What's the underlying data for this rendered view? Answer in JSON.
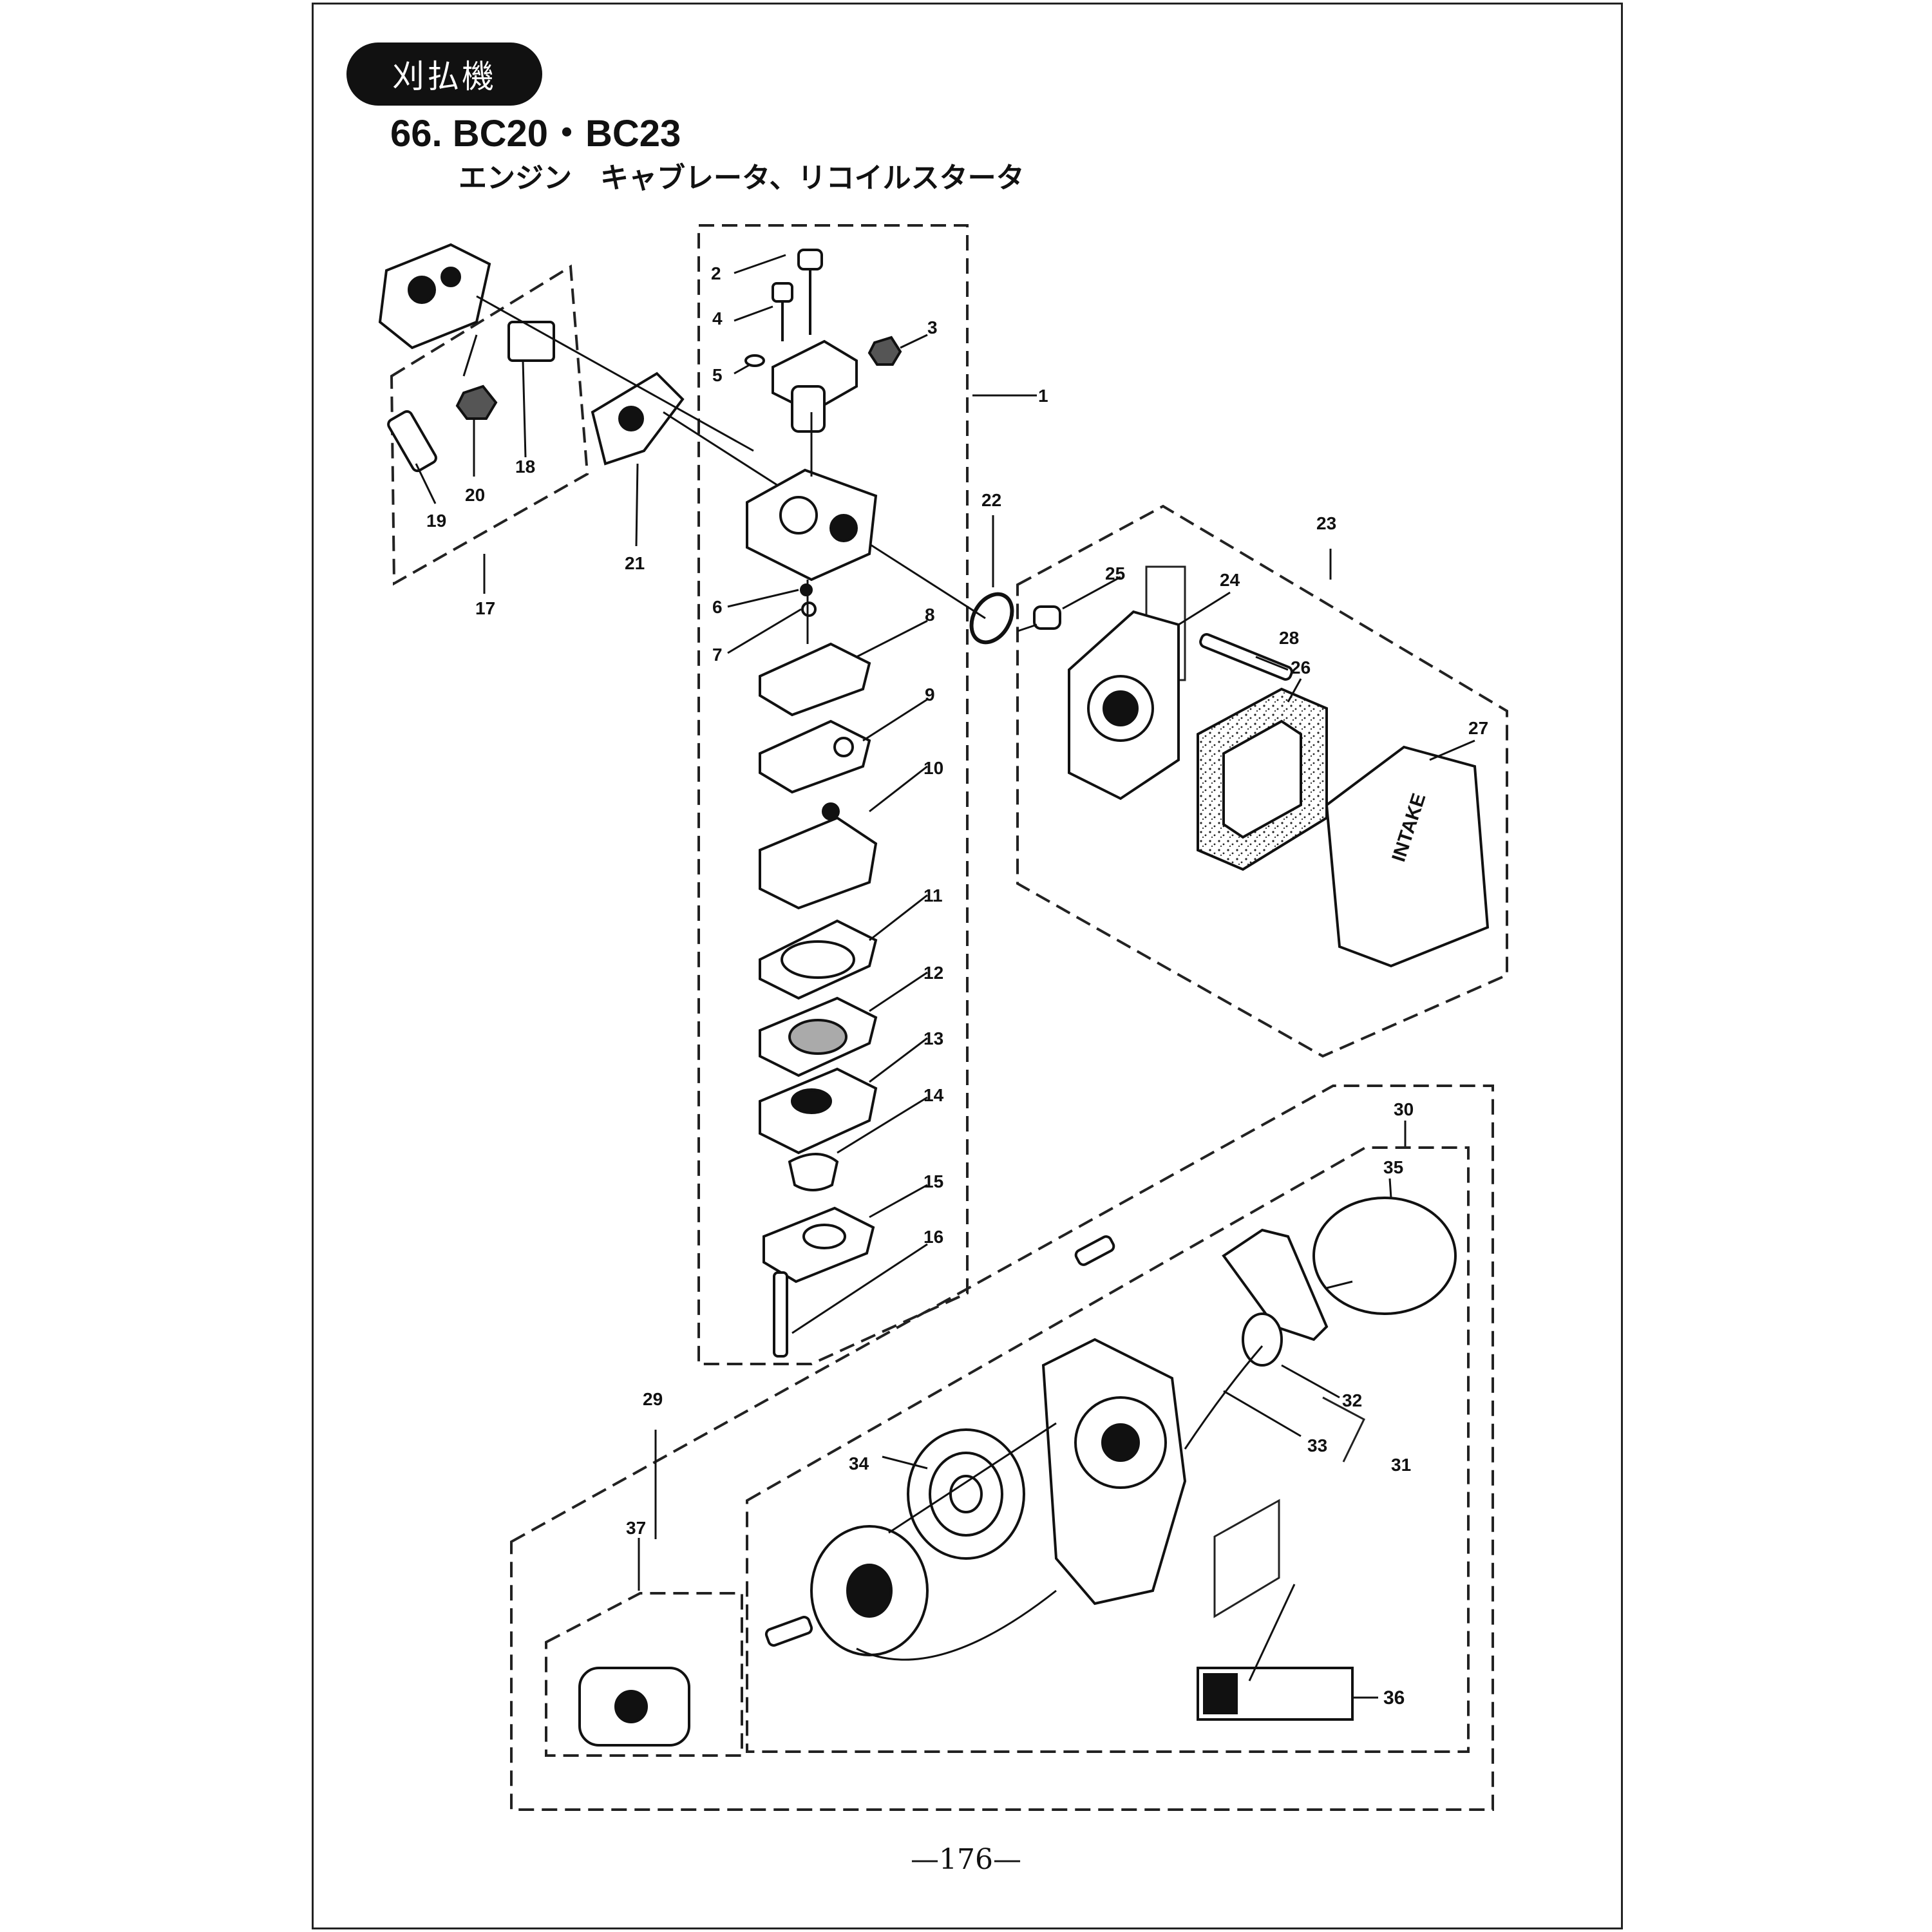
{
  "header": {
    "section_badge": "刈払機",
    "model_title": "66. BC20・BC23",
    "subtitle": "エンジン　キャブレータ、リコイルスタータ"
  },
  "footer": {
    "page_number": "—176—"
  },
  "labels": {
    "air_cleaner_cover_text": "INTAKE"
  },
  "parts": [
    "1",
    "2",
    "3",
    "4",
    "5",
    "6",
    "7",
    "8",
    "9",
    "10",
    "11",
    "12",
    "13",
    "14",
    "15",
    "16",
    "17",
    "18",
    "19",
    "20",
    "21",
    "22",
    "23",
    "24",
    "25",
    "26",
    "27",
    "28",
    "29",
    "30",
    "31",
    "32",
    "33",
    "34",
    "35",
    "36",
    "37"
  ]
}
